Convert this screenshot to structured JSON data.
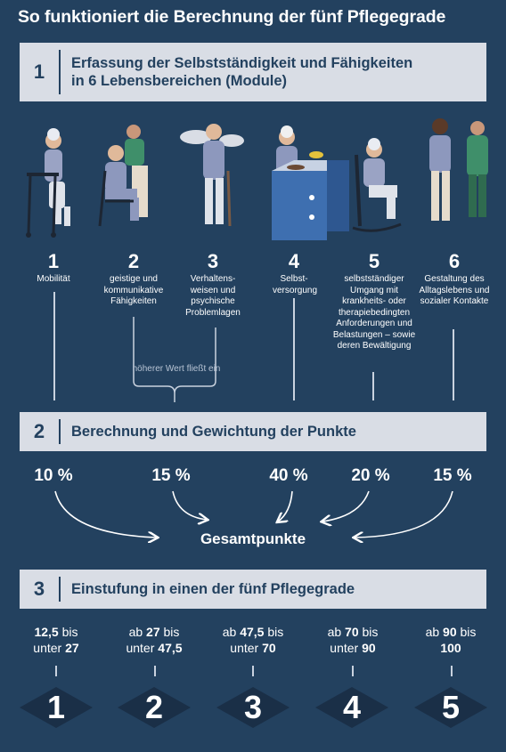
{
  "title": "So funktioniert die Berechnung der fünf Pflegegrade",
  "section1": {
    "num": "1",
    "line1": "Erfassung der Selbstständigkeit und Fähigkeiten",
    "line2": "in 6 Lebensbereichen (Module)"
  },
  "modules": [
    {
      "num": "1",
      "label": "Mobilität"
    },
    {
      "num": "2",
      "label": "geistige und kommunikative Fähigkeiten"
    },
    {
      "num": "3",
      "label": "Verhaltens-weisen und psychische Problemlagen"
    },
    {
      "num": "4",
      "label": "Selbst-versorgung"
    },
    {
      "num": "5",
      "label": "selbstständiger Umgang mit krankheits- oder therapiebedingten Anforderungen und Belastungen – sowie deren Bewältigung"
    },
    {
      "num": "6",
      "label": "Gestaltung des Alltagslebens und sozialer Kontakte"
    }
  ],
  "brace_note": "höherer Wert fließt ein",
  "section2": {
    "num": "2",
    "text": "Berechnung und Gewichtung der Punkte"
  },
  "weights": [
    "10 %",
    "15 %",
    "40 %",
    "20 %",
    "15 %"
  ],
  "total_label": "Gesamtpunkte",
  "section3": {
    "num": "3",
    "text": "Einstufung in einen der fünf Pflegegrade"
  },
  "ranges": [
    {
      "pre1": "",
      "v1": "12,5",
      "post1": " bis",
      "pre2": "unter ",
      "v2": "27"
    },
    {
      "pre1": "ab ",
      "v1": "27",
      "post1": " bis",
      "pre2": "unter ",
      "v2": "47,5"
    },
    {
      "pre1": "ab ",
      "v1": "47,5",
      "post1": " bis",
      "pre2": "unter ",
      "v2": "70"
    },
    {
      "pre1": "ab ",
      "v1": "70",
      "post1": " bis",
      "pre2": "unter ",
      "v2": "90"
    },
    {
      "pre1": "ab ",
      "v1": "90",
      "post1": " bis",
      "pre2": "",
      "v2": "100"
    }
  ],
  "grades": [
    "1",
    "2",
    "3",
    "4",
    "5"
  ],
  "colors": {
    "background": "#23415f",
    "bar": "#d9dde5",
    "diamond": "#1a2f47",
    "skin": "#e0b99a",
    "shirt": "#9aa3c4",
    "green": "#3f8f6a"
  }
}
